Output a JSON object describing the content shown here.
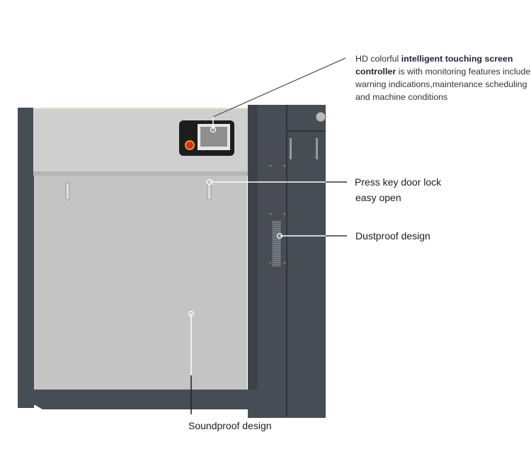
{
  "callouts": {
    "controller": {
      "prefix": "HD colorful ",
      "bold": "intelligent touching screen controller",
      "suffix": " is with monitoring features include warning indications,maintenance scheduling and machine conditions"
    },
    "door_lock": {
      "line1": "Press key door lock",
      "line2": "easy open"
    },
    "dustproof": "Dustproof design",
    "soundproof": "Soundproof design"
  },
  "colors": {
    "body_dark": "#474d55",
    "panel_light": "#c6c6c6",
    "button_red": "#e0242a"
  }
}
